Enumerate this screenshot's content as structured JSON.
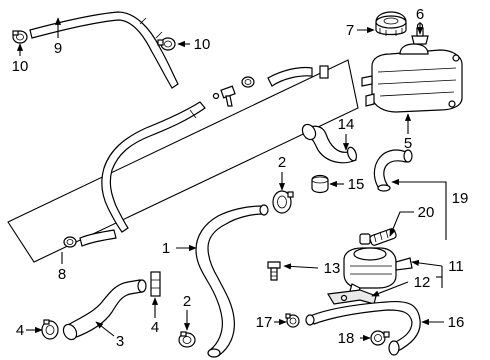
{
  "diagram": {
    "callouts": [
      {
        "id": "c1",
        "label": "1"
      },
      {
        "id": "c2a",
        "label": "2"
      },
      {
        "id": "c2b",
        "label": "2"
      },
      {
        "id": "c3",
        "label": "3"
      },
      {
        "id": "c4a",
        "label": "4"
      },
      {
        "id": "c4b",
        "label": "4"
      },
      {
        "id": "c5",
        "label": "5"
      },
      {
        "id": "c6",
        "label": "6"
      },
      {
        "id": "c7",
        "label": "7"
      },
      {
        "id": "c8",
        "label": "8"
      },
      {
        "id": "c9",
        "label": "9"
      },
      {
        "id": "c10a",
        "label": "10"
      },
      {
        "id": "c10b",
        "label": "10"
      },
      {
        "id": "c11",
        "label": "11"
      },
      {
        "id": "c12",
        "label": "12"
      },
      {
        "id": "c13",
        "label": "13"
      },
      {
        "id": "c14",
        "label": "14"
      },
      {
        "id": "c15",
        "label": "15"
      },
      {
        "id": "c16",
        "label": "16"
      },
      {
        "id": "c17",
        "label": "17"
      },
      {
        "id": "c18",
        "label": "18"
      },
      {
        "id": "c19",
        "label": "19"
      },
      {
        "id": "c20",
        "label": "20"
      }
    ]
  }
}
